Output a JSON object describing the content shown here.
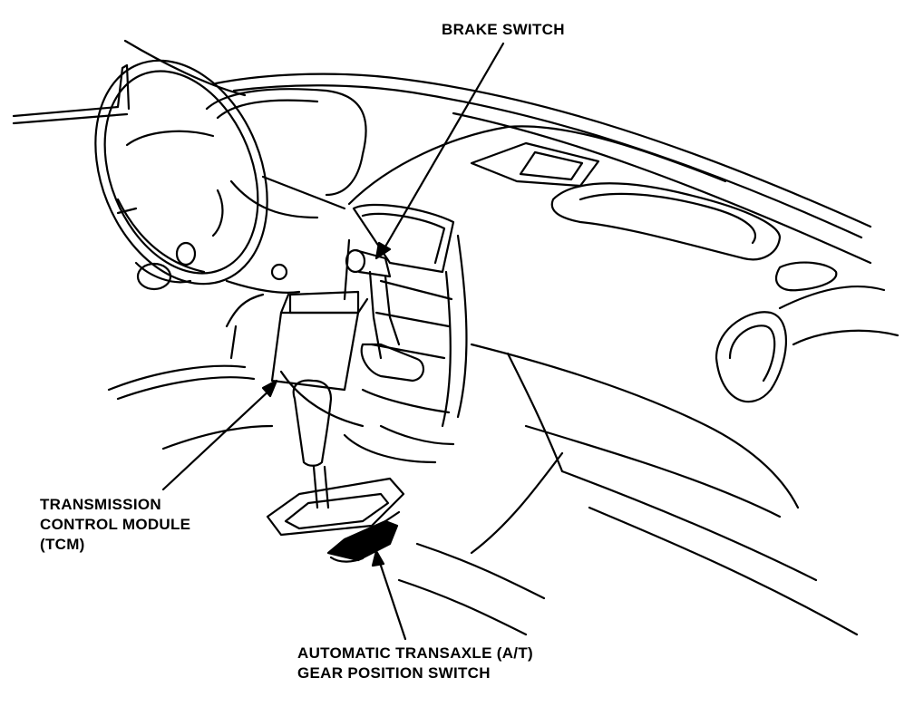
{
  "labels": {
    "brake_switch": "BRAKE SWITCH",
    "tcm": {
      "line1": "TRANSMISSION",
      "line2": "CONTROL MODULE",
      "line3": "(TCM)"
    },
    "gear_switch": {
      "line1": "AUTOMATIC TRANSAXLE (A/T)",
      "line2": "GEAR POSITION SWITCH"
    }
  },
  "colors": {
    "line": "#000000",
    "background": "#ffffff"
  }
}
